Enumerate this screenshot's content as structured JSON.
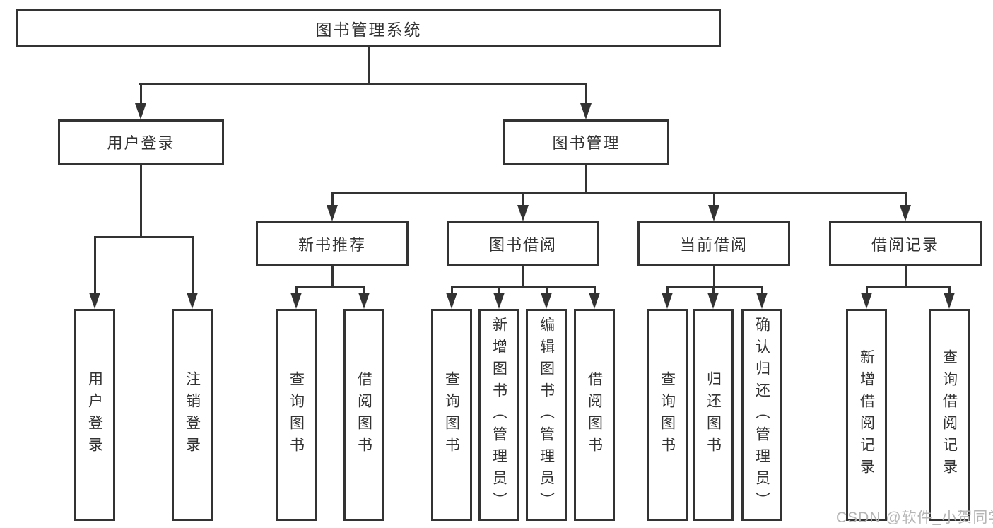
{
  "diagram": {
    "title": "图书管理系统",
    "branches": [
      {
        "label": "用户登录",
        "children": [
          {
            "label": "用户登录"
          },
          {
            "label": "注销登录"
          }
        ]
      },
      {
        "label": "图书管理",
        "children": [
          {
            "label": "新书推荐",
            "children": [
              {
                "label": "查询图书"
              },
              {
                "label": "借阅图书"
              }
            ]
          },
          {
            "label": "图书借阅",
            "children": [
              {
                "label": "查询图书"
              },
              {
                "label": "新增图书（管理员）"
              },
              {
                "label": "编辑图书（管理员）"
              },
              {
                "label": "借阅图书"
              }
            ]
          },
          {
            "label": "当前借阅",
            "children": [
              {
                "label": "查询图书"
              },
              {
                "label": "归还图书"
              },
              {
                "label": "确认归还（管理员）"
              }
            ]
          },
          {
            "label": "借阅记录",
            "children": [
              {
                "label": "新增借阅记录"
              },
              {
                "label": "查询借阅记录"
              }
            ]
          }
        ]
      }
    ]
  },
  "watermark": {
    "text": "CSDN @软件_小贺同学"
  },
  "colors": {
    "line": "#333333",
    "text": "#333333",
    "watermark": "#b5b5b5",
    "background": "#ffffff"
  }
}
